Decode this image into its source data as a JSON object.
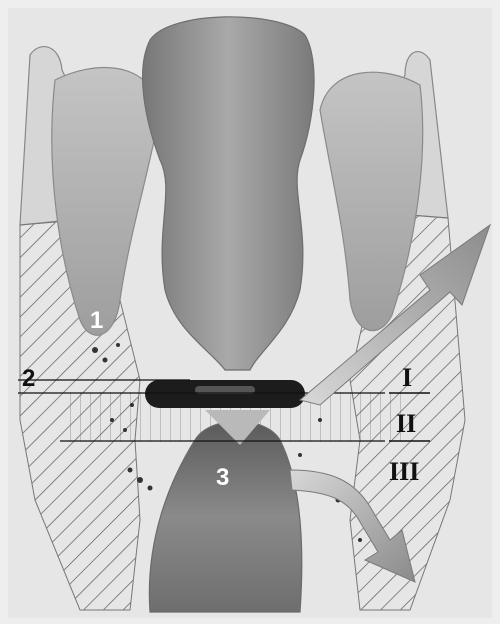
{
  "labels": {
    "structure_1": "1",
    "structure_2": "2",
    "structure_3": "3"
  },
  "levels": {
    "level_1": "I",
    "level_2": "II",
    "level_3": "III"
  },
  "colors": {
    "background": "#efefef",
    "tissue": "#8f8f8f",
    "cavity_dark": "#1a1a1a",
    "hatch": "#555555",
    "arrow": "#9a9a9a"
  }
}
